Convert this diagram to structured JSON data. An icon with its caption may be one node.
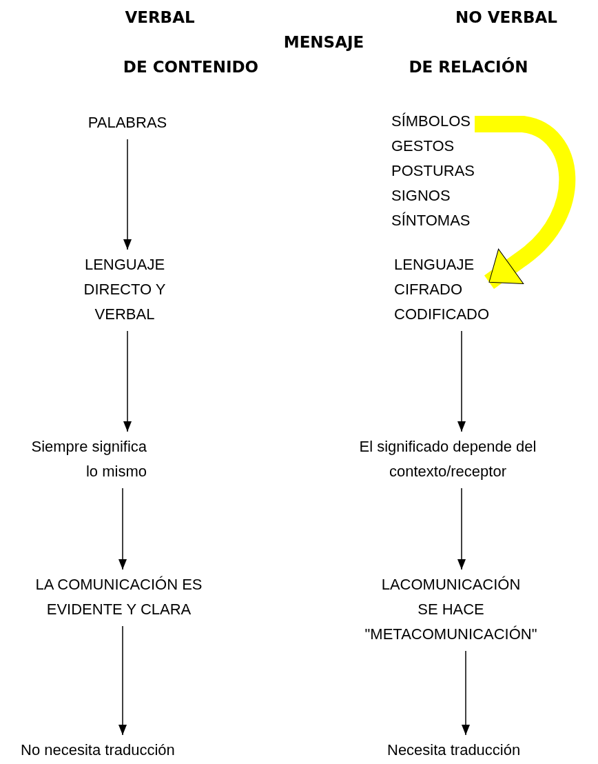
{
  "diagram": {
    "nodes": [
      {
        "text": [
          "PALABRAS"
        ]
      },
      {
        "text": [
          "LENGUAJE DIRECTO Y VERBAL"
        ]
      },
      {
        "text": [
          "Siempre significa lo mismo"
        ]
      },
      {
        "text": [
          "LA COMUNICACIÓN ES EVIDENTE Y CLARA"
        ]
      },
      {
        "text": [
          "No necesita traducción"
        ]
      },
      {
        "text": [
          "SÍMBOLOS",
          "GESTOS",
          "POSTURAS",
          "SIGNOS",
          "SÍNTOMAS"
        ]
      },
      {
        "text": [
          "LENGUAJE CIFRADO CODIFICADO"
        ]
      },
      {
        "text": [
          "El significado depende del contexto/receptor"
        ]
      },
      {
        "text": [
          "LACOMUNICACIÓN",
          "SE HACE",
          "\"METACOMUNICACIÓN\""
        ]
      },
      {
        "text": [
          "Necesita traducción"
        ]
      }
    ],
    "edges": [
      {
        "from": 0,
        "to": 1,
        "arrow": "to"
      },
      {
        "from": 1,
        "to": 2,
        "arrow": "to"
      },
      {
        "from": 2,
        "to": 3,
        "arrow": "to"
      },
      {
        "from": 3,
        "to": 4,
        "arrow": "to"
      },
      {
        "from": 5,
        "to": 6,
        "arrow": "to",
        "style": "thick",
        "color": "#ffff00"
      },
      {
        "from": 6,
        "to": 7,
        "arrow": "to"
      },
      {
        "from": 7,
        "to": 8,
        "arrow": "to"
      },
      {
        "from": 8,
        "to": 9,
        "arrow": "to"
      }
    ],
    "labels": [
      "VERBAL",
      "NO VERBAL",
      "MENSAJE",
      "DE CONTENIDO",
      "DE RELACIÓN"
    ]
  }
}
